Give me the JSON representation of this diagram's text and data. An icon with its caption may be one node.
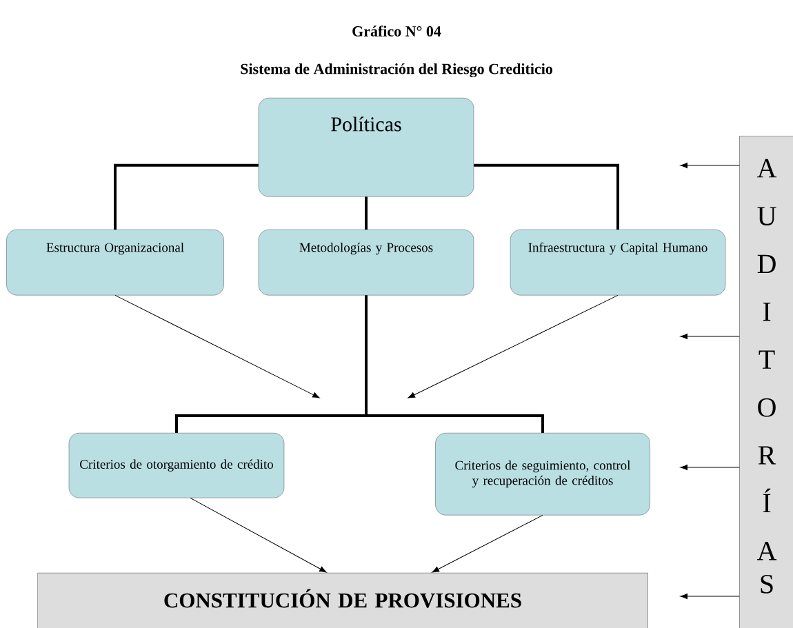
{
  "diagram": {
    "title": "Gráfico N° 04",
    "nodes": [
      {
        "text": [
          "Políticas"
        ]
      },
      {
        "text": [
          "Estructura Organizacional"
        ]
      },
      {
        "text": [
          "Metodologías y Procesos"
        ]
      },
      {
        "text": [
          "Infraestructura y Capital Humano"
        ]
      },
      {
        "text": [
          "Criterios de otorgamiento de crédito"
        ]
      },
      {
        "text": [
          "Criterios de seguimiento, control y recuperación de créditos"
        ]
      },
      {
        "text": [
          "CONSTITUCIÓN DE PROVISIONES"
        ]
      },
      {
        "text": [
          "AUDITORÍAS"
        ]
      }
    ],
    "edges": [
      {
        "from": 0,
        "to": 1,
        "arrow": "none",
        "style": "thick"
      },
      {
        "from": 0,
        "to": 2,
        "arrow": "none",
        "style": "thick"
      },
      {
        "from": 0,
        "to": 3,
        "arrow": "none",
        "style": "thick"
      },
      {
        "from": 2,
        "to": 4,
        "arrow": "none",
        "style": "thick"
      },
      {
        "from": 2,
        "to": 5,
        "arrow": "none",
        "style": "thick"
      },
      {
        "from": 1,
        "to": null,
        "arrow": "to"
      },
      {
        "from": 3,
        "to": null,
        "arrow": "to"
      },
      {
        "from": 4,
        "to": 6,
        "arrow": "to"
      },
      {
        "from": 5,
        "to": 6,
        "arrow": "to"
      },
      {
        "from": 7,
        "to": null,
        "arrow": "to"
      },
      {
        "from": 7,
        "to": null,
        "arrow": "to"
      },
      {
        "from": 7,
        "to": null,
        "arrow": "to"
      },
      {
        "from": 7,
        "to": null,
        "arrow": "to"
      }
    ],
    "labels": [
      "Sistema de Administración del Riesgo Crediticio"
    ]
  }
}
